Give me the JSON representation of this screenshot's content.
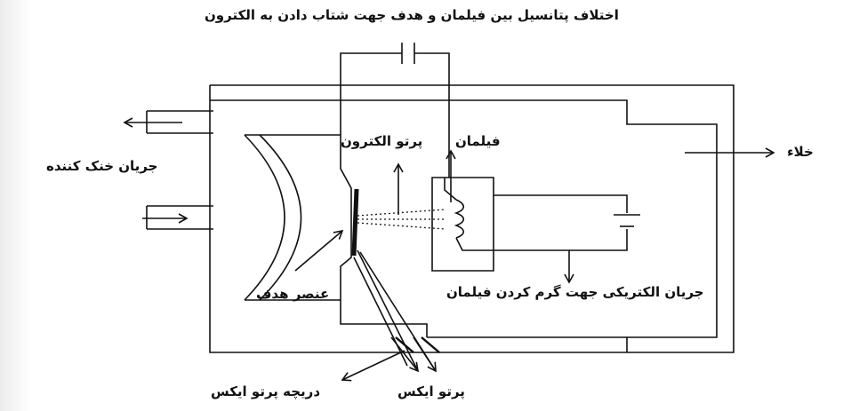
{
  "labels": {
    "voltage": "اختلاف پتانسیل بین فیلمان و هدف جهت شتاب دادن به الکترون",
    "coolant": "جریان خنک کننده",
    "electron_beam": "پرتو الکترون",
    "filament": "فیلمان",
    "vacuum": "خلاء",
    "target": "عنصر هدف",
    "heating_current": "جریان الکتریکی جهت گرم کردن فیلمان",
    "xray_window": "دریچه پرتو ایکس",
    "xray": "پرتو ایکس"
  },
  "colors": {
    "ink": "#111111",
    "background": "#ffffff"
  }
}
